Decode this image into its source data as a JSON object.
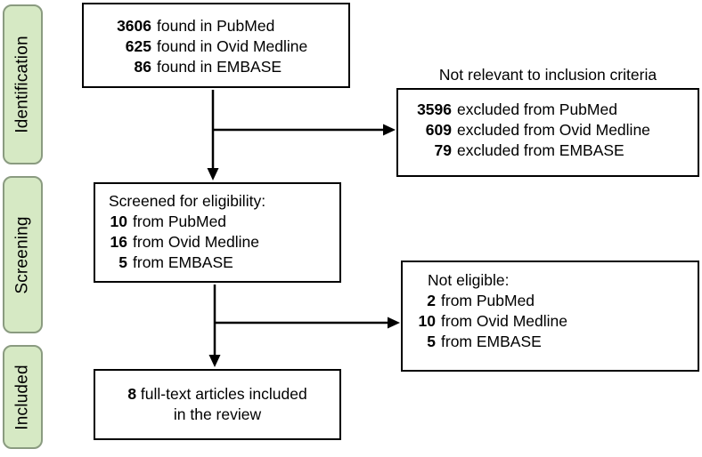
{
  "stages": [
    {
      "label": "Identification"
    },
    {
      "label": "Screening"
    },
    {
      "label": "Included"
    }
  ],
  "found_box": {
    "rows": [
      {
        "num": "3606",
        "text": "found in PubMed"
      },
      {
        "num": "625",
        "text": "found in Ovid Medline"
      },
      {
        "num": "86",
        "text": "found in EMBASE"
      }
    ]
  },
  "excluded_caption": "Not relevant to inclusion criteria",
  "excluded_box": {
    "rows": [
      {
        "num": "3596",
        "text": "excluded from PubMed"
      },
      {
        "num": "609",
        "text": "excluded from Ovid Medline"
      },
      {
        "num": "79",
        "text": "excluded from EMBASE"
      }
    ]
  },
  "screened_box": {
    "heading": "Screened for eligibility:",
    "rows": [
      {
        "num": "10",
        "text": "from PubMed"
      },
      {
        "num": "16",
        "text": "from Ovid Medline"
      },
      {
        "num": "5",
        "text": "from EMBASE"
      }
    ]
  },
  "not_eligible_box": {
    "heading": "Not eligible:",
    "rows": [
      {
        "num": "2",
        "text": "from PubMed"
      },
      {
        "num": "10",
        "text": "from Ovid Medline"
      },
      {
        "num": "5",
        "text": "from EMBASE"
      }
    ]
  },
  "included_box": {
    "num": "8",
    "line1": "full-text articles included",
    "line2": "in the review"
  },
  "colors": {
    "stage_fill": "#d6e9c4",
    "stage_border": "#8a9b80",
    "box_border": "#000000",
    "arrow": "#000000",
    "text": "#000000",
    "background": "#ffffff"
  }
}
